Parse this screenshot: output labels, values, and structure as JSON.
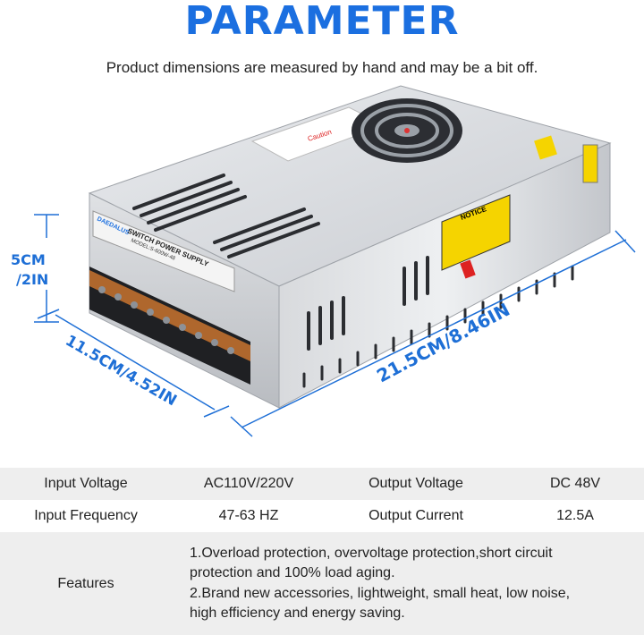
{
  "title": "PARAMETER",
  "subtitle": "Product dimensions are measured by hand and may be a bit off.",
  "dimensions": {
    "height": [
      "5CM",
      "/2IN"
    ],
    "width": "11.5CM/4.52IN",
    "length": "21.5CM/8.46IN"
  },
  "product_labels": {
    "brand": "DAEDALUS",
    "name": "SWITCH POWER SUPPLY",
    "model": "MODEL:S-600W-48",
    "caution": "Caution",
    "notice": "NOTICE"
  },
  "specs": {
    "input_voltage_label": "Input Voltage",
    "input_voltage_value": "AC110V/220V",
    "output_voltage_label": "Output Voltage",
    "output_voltage_value": "DC 48V",
    "input_frequency_label": "Input Frequency",
    "input_frequency_value": "47-63 HZ",
    "output_current_label": "Output Current",
    "output_current_value": "12.5A",
    "features_label": "Features",
    "features_lines": [
      "1.Overload protection, overvoltage protection,short circuit",
      "protection and 100% load aging.",
      "2.Brand new accessories, lightweight, small heat, low noise,",
      "high efficiency and energy saving."
    ]
  },
  "colors": {
    "accent": "#1b6fe0",
    "dimension_lines": "#1e6fd6",
    "table_shade": "#eeeeee",
    "notice_yellow": "#f5d400"
  }
}
